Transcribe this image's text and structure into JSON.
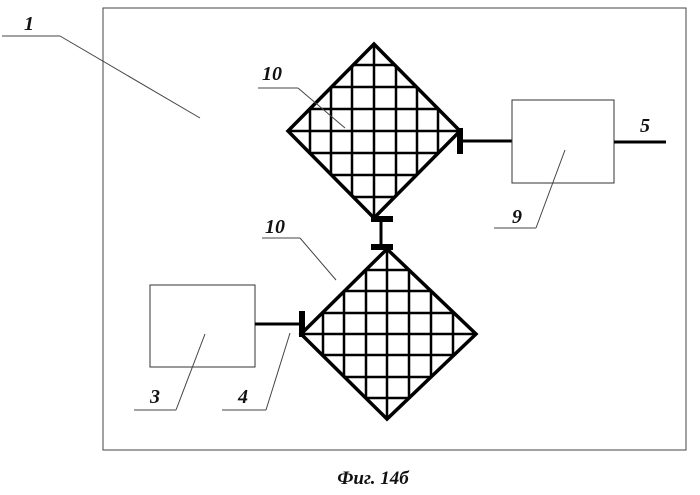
{
  "labels": {
    "housing": "1",
    "block3": "3",
    "connector4": "4",
    "output5": "5",
    "block9": "9",
    "antenna_upper": "10",
    "antenna_lower": "10"
  },
  "caption": "Фиг. 14б"
}
